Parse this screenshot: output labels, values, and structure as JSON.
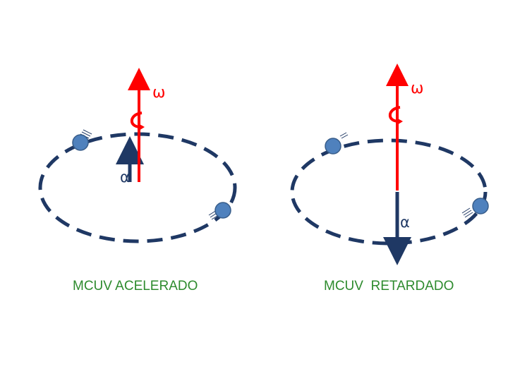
{
  "colors": {
    "omega_vector": "#ff0000",
    "alpha_vector": "#1f3864",
    "orbit": "#1f3864",
    "particle": "#4f81bd",
    "caption": "#2e8b2e"
  },
  "panels": [
    {
      "omega_symbol": "ω",
      "alpha_symbol": "α",
      "caption": "MCUV ACELERADO"
    },
    {
      "omega_symbol": "ω",
      "alpha_symbol": "α",
      "caption": "MCUV  RETARDADO"
    }
  ]
}
